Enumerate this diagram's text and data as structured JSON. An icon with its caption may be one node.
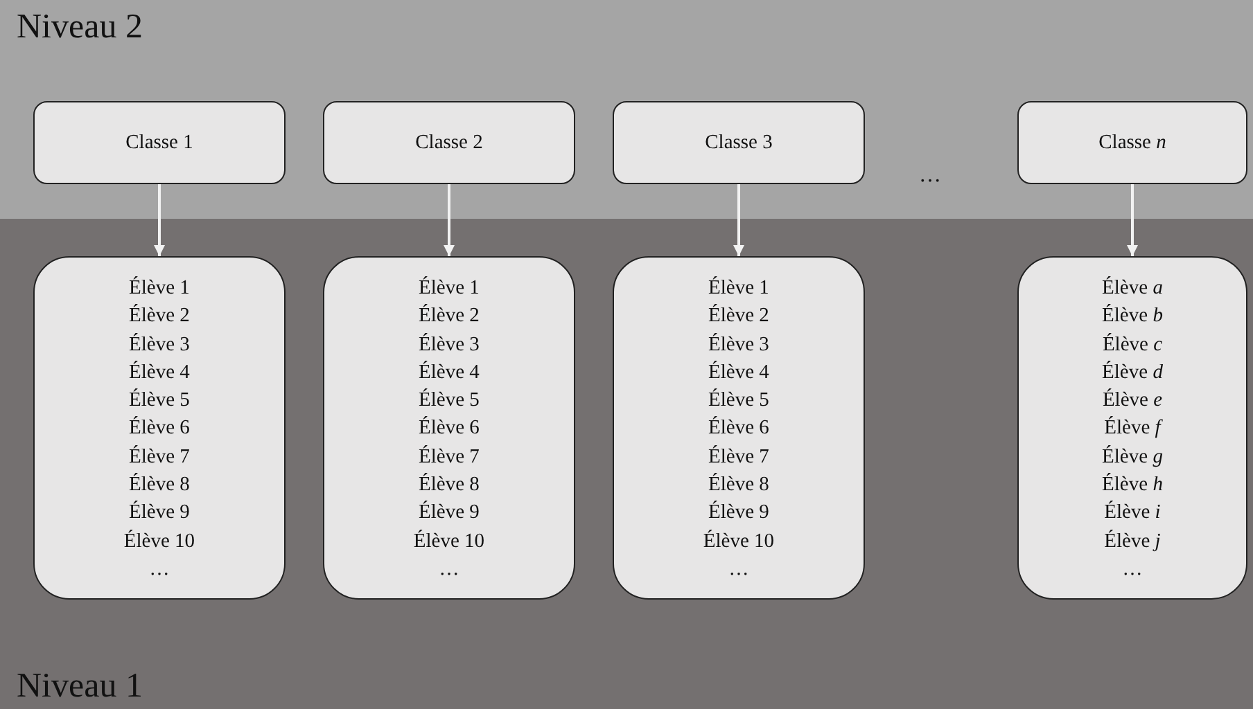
{
  "diagram": {
    "nodes": [
      {
        "text": [
          "Niveau 2"
        ]
      },
      {
        "text": [
          "Classe 1"
        ],
        "in": 0
      },
      {
        "text": [
          "Classe 2"
        ],
        "in": 0
      },
      {
        "text": [
          "Classe 3"
        ],
        "in": 0
      },
      {
        "text": [
          "Classe *n*"
        ],
        "in": 0
      },
      {
        "text": [
          "Niveau 1"
        ]
      },
      {
        "text": [
          "Élève 1",
          "Élève 2",
          "Élève 3",
          "Élève 4",
          "Élève 5",
          "Élève 6",
          "Élève 7",
          "Élève 8",
          "Élève 9",
          "Élève 10",
          "…"
        ],
        "in": 5
      },
      {
        "text": [
          "Élève 1",
          "Élève 2",
          "Élève 3",
          "Élève 4",
          "Élève 5",
          "Élève 6",
          "Élève 7",
          "Élève 8",
          "Élève 9",
          "Élève 10",
          "…"
        ],
        "in": 5
      },
      {
        "text": [
          "Élève 1",
          "Élève 2",
          "Élève 3",
          "Élève 4",
          "Élève 5",
          "Élève 6",
          "Élève 7",
          "Élève 8",
          "Élève 9",
          "Élève 10",
          "…"
        ],
        "in": 5
      },
      {
        "text": [
          "Élève *a*",
          "Élève *b*",
          "Élève *c*",
          "Élève *d*",
          "Élève *e*",
          "Élève *f*",
          "Élève *g*",
          "Élève *h*",
          "Élève *i*",
          "Élève *j*",
          "…"
        ],
        "in": 5
      }
    ],
    "edges": [
      {
        "from": 1,
        "to": 6,
        "arrow": "to"
      },
      {
        "from": 2,
        "to": 7,
        "arrow": "to"
      },
      {
        "from": 3,
        "to": 8,
        "arrow": "to"
      },
      {
        "from": 4,
        "to": 9,
        "arrow": "to"
      }
    ],
    "labels": [
      "…"
    ]
  }
}
